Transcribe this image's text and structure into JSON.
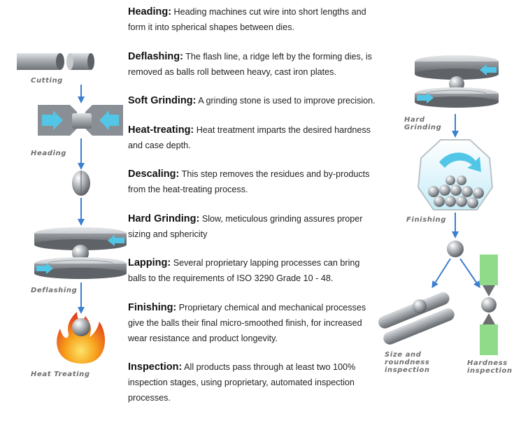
{
  "steps": [
    {
      "term": "Heading:",
      "text": "Heading machines cut wire into short lengths and form it into spherical shapes between dies."
    },
    {
      "term": "Deflashing:",
      "text": "The flash line, a ridge left by the forming dies, is removed as balls roll between heavy, cast iron plates."
    },
    {
      "term": "Soft Grinding:",
      "text": "A grinding stone is used to improve precision."
    },
    {
      "term": "Heat-treating:",
      "text": "Heat treatment imparts the desired hardness and case depth."
    },
    {
      "term": "Descaling:",
      "text": "This step removes the residues and by-products from the heat-treating process."
    },
    {
      "term": "Hard Grinding:",
      "text": "Slow, meticulous grinding assures proper sizing and sphericity"
    },
    {
      "term": "Lapping:",
      "text": "Several proprietary lapping processes can bring balls  to the requirements of ISO 3290 Grade 10 - 48."
    },
    {
      "term": "Finishing:",
      "text": "Proprietary chemical and mechanical processes give the balls their final micro-smoothed finish, for increased wear resistance and product longevity."
    },
    {
      "term": "Inspection:",
      "text": "All products pass through at least two 100% inspection stages, using proprietary, automated inspection processes."
    }
  ],
  "labels": {
    "cutting": "Cutting",
    "heading": "Heading",
    "deflashing": "Deflashing",
    "heat_treating": "Heat Treating",
    "hard_grinding": "Hard\nGrinding",
    "finishing": "Finishing",
    "size_inspection": "Size and\nroundness\ninspection",
    "hardness_inspection": "Hardness\ninspection"
  },
  "colors": {
    "arrow_blue": "#3a7fd0",
    "arrow_cyan": "#52c6e6",
    "steel": "#9ea3a8",
    "die_gray": "#8a8a8a",
    "flame_red": "#e8401f",
    "flame_orange": "#f7a21c",
    "green_block": "#8fdb8a"
  }
}
